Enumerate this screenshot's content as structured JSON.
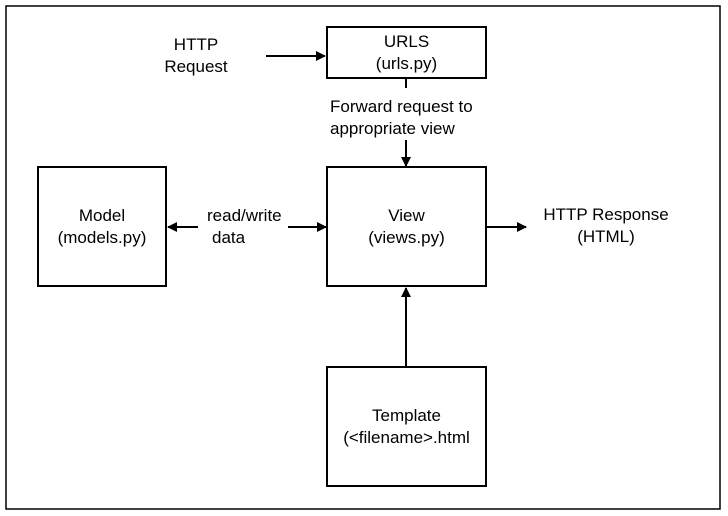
{
  "nodes": {
    "urls": {
      "line1": "URLS",
      "line2": "(urls.py)"
    },
    "view": {
      "line1": "View",
      "line2": "(views.py)"
    },
    "model": {
      "line1": "Model",
      "line2": "(models.py)"
    },
    "template": {
      "line1": "Template",
      "line2": "(<filename>.html"
    }
  },
  "labels": {
    "http_request": {
      "line1": "HTTP",
      "line2": "Request"
    },
    "forward": {
      "line1": "Forward request to",
      "line2": "appropriate view"
    },
    "read_write": {
      "line1": "read/write",
      "line2": "data"
    },
    "http_response": {
      "line1": "HTTP Response",
      "line2": "(HTML)"
    }
  }
}
